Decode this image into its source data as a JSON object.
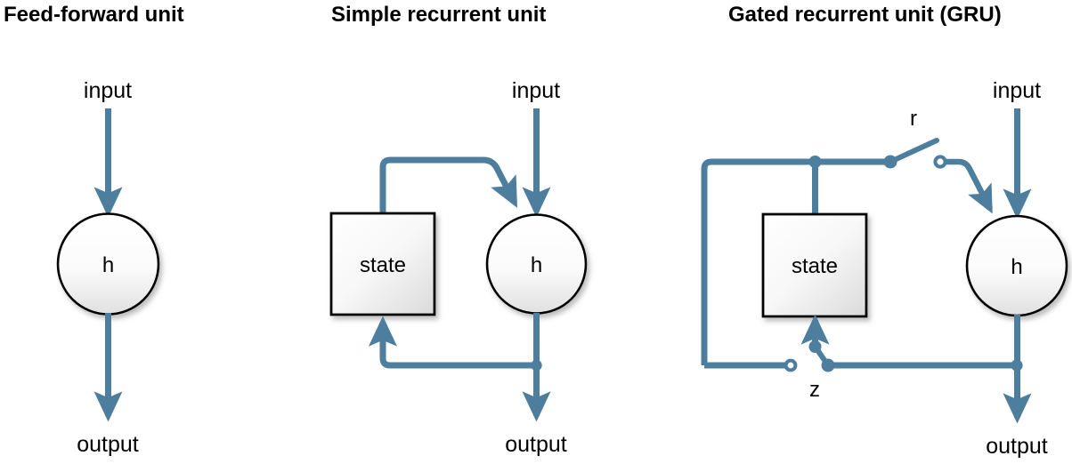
{
  "figure": {
    "background": "#ffffff",
    "wire_color": "#4d7e9e",
    "node_stroke": "#000000",
    "node_fill_top": "#ffffff",
    "node_fill_bottom": "#e2e2e2",
    "text_color": "#000000"
  },
  "panels": [
    {
      "id": "feed-forward",
      "title": "Feed-forward unit",
      "input_label": "input",
      "output_label": "output",
      "node_label": "h",
      "state_label": null,
      "gates": []
    },
    {
      "id": "simple-recurrent",
      "title": "Simple recurrent unit",
      "input_label": "input",
      "output_label": "output",
      "node_label": "h",
      "state_label": "state",
      "gates": []
    },
    {
      "id": "gated-recurrent",
      "title": "Gated recurrent unit (GRU)",
      "input_label": "input",
      "output_label": "output",
      "node_label": "h",
      "state_label": "state",
      "gates": [
        {
          "id": "reset-gate",
          "label": "r"
        },
        {
          "id": "update-gate",
          "label": "z"
        }
      ]
    }
  ]
}
